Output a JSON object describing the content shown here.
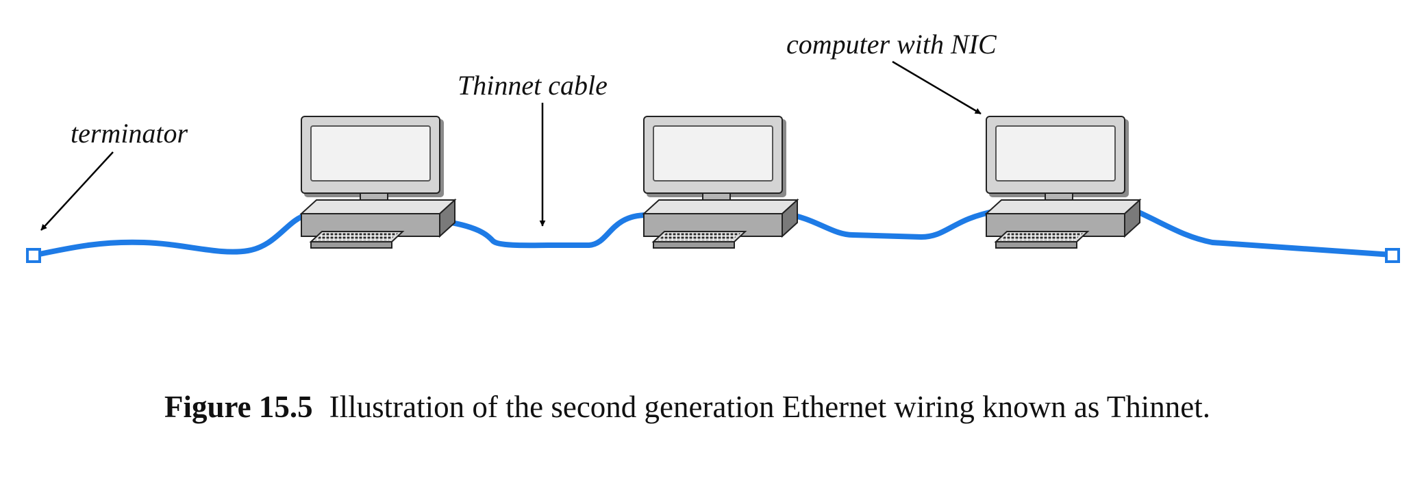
{
  "labels": {
    "terminator": "terminator",
    "cable": "Thinnet cable",
    "computer": "computer with NIC"
  },
  "caption": {
    "number": "Figure 15.5",
    "text": "Illustration of the second generation Ethernet wiring known as Thinnet."
  },
  "colors": {
    "cable": "#1e7be6",
    "terminator": "#1e7be6",
    "monitor_frame": "#d9d9d9",
    "screen": "#ececec"
  },
  "icons": [
    "computer-icon",
    "keyboard-icon",
    "terminator-icon",
    "arrow-icon"
  ]
}
